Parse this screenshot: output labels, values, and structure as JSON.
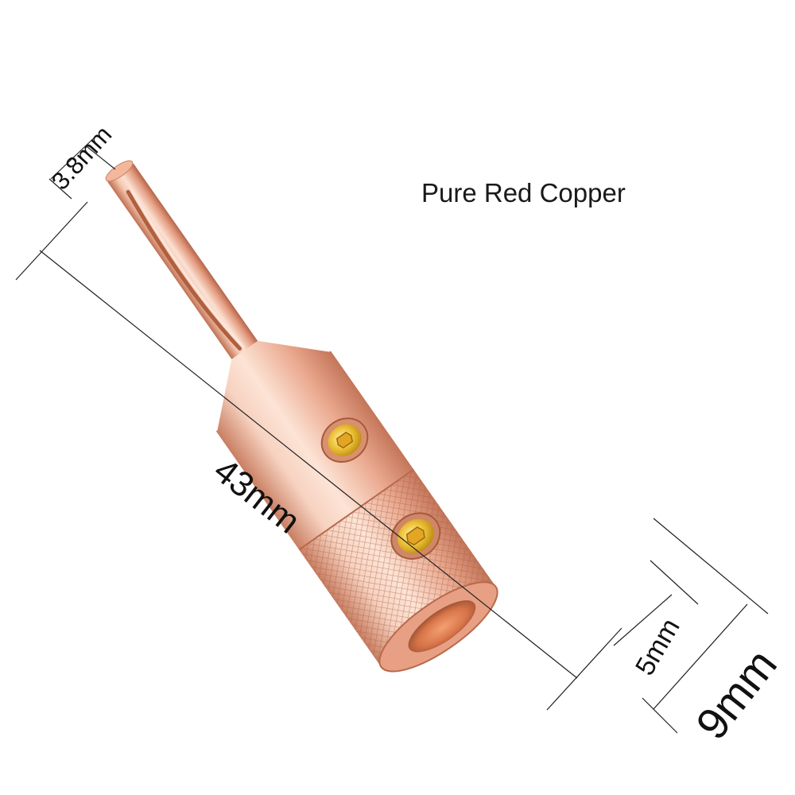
{
  "title": "Pure Red Copper",
  "dimensions": {
    "pin_diameter": "3.8mm",
    "total_length": "43mm",
    "hole_diameter": "5mm",
    "body_diameter": "9mm"
  },
  "colors": {
    "background": "#ffffff",
    "copper_light": "#f9d2bf",
    "copper_mid": "#e6a085",
    "copper_dark": "#b96a4e",
    "screw_gold": "#e8b42a",
    "dimension_line": "#222222"
  }
}
